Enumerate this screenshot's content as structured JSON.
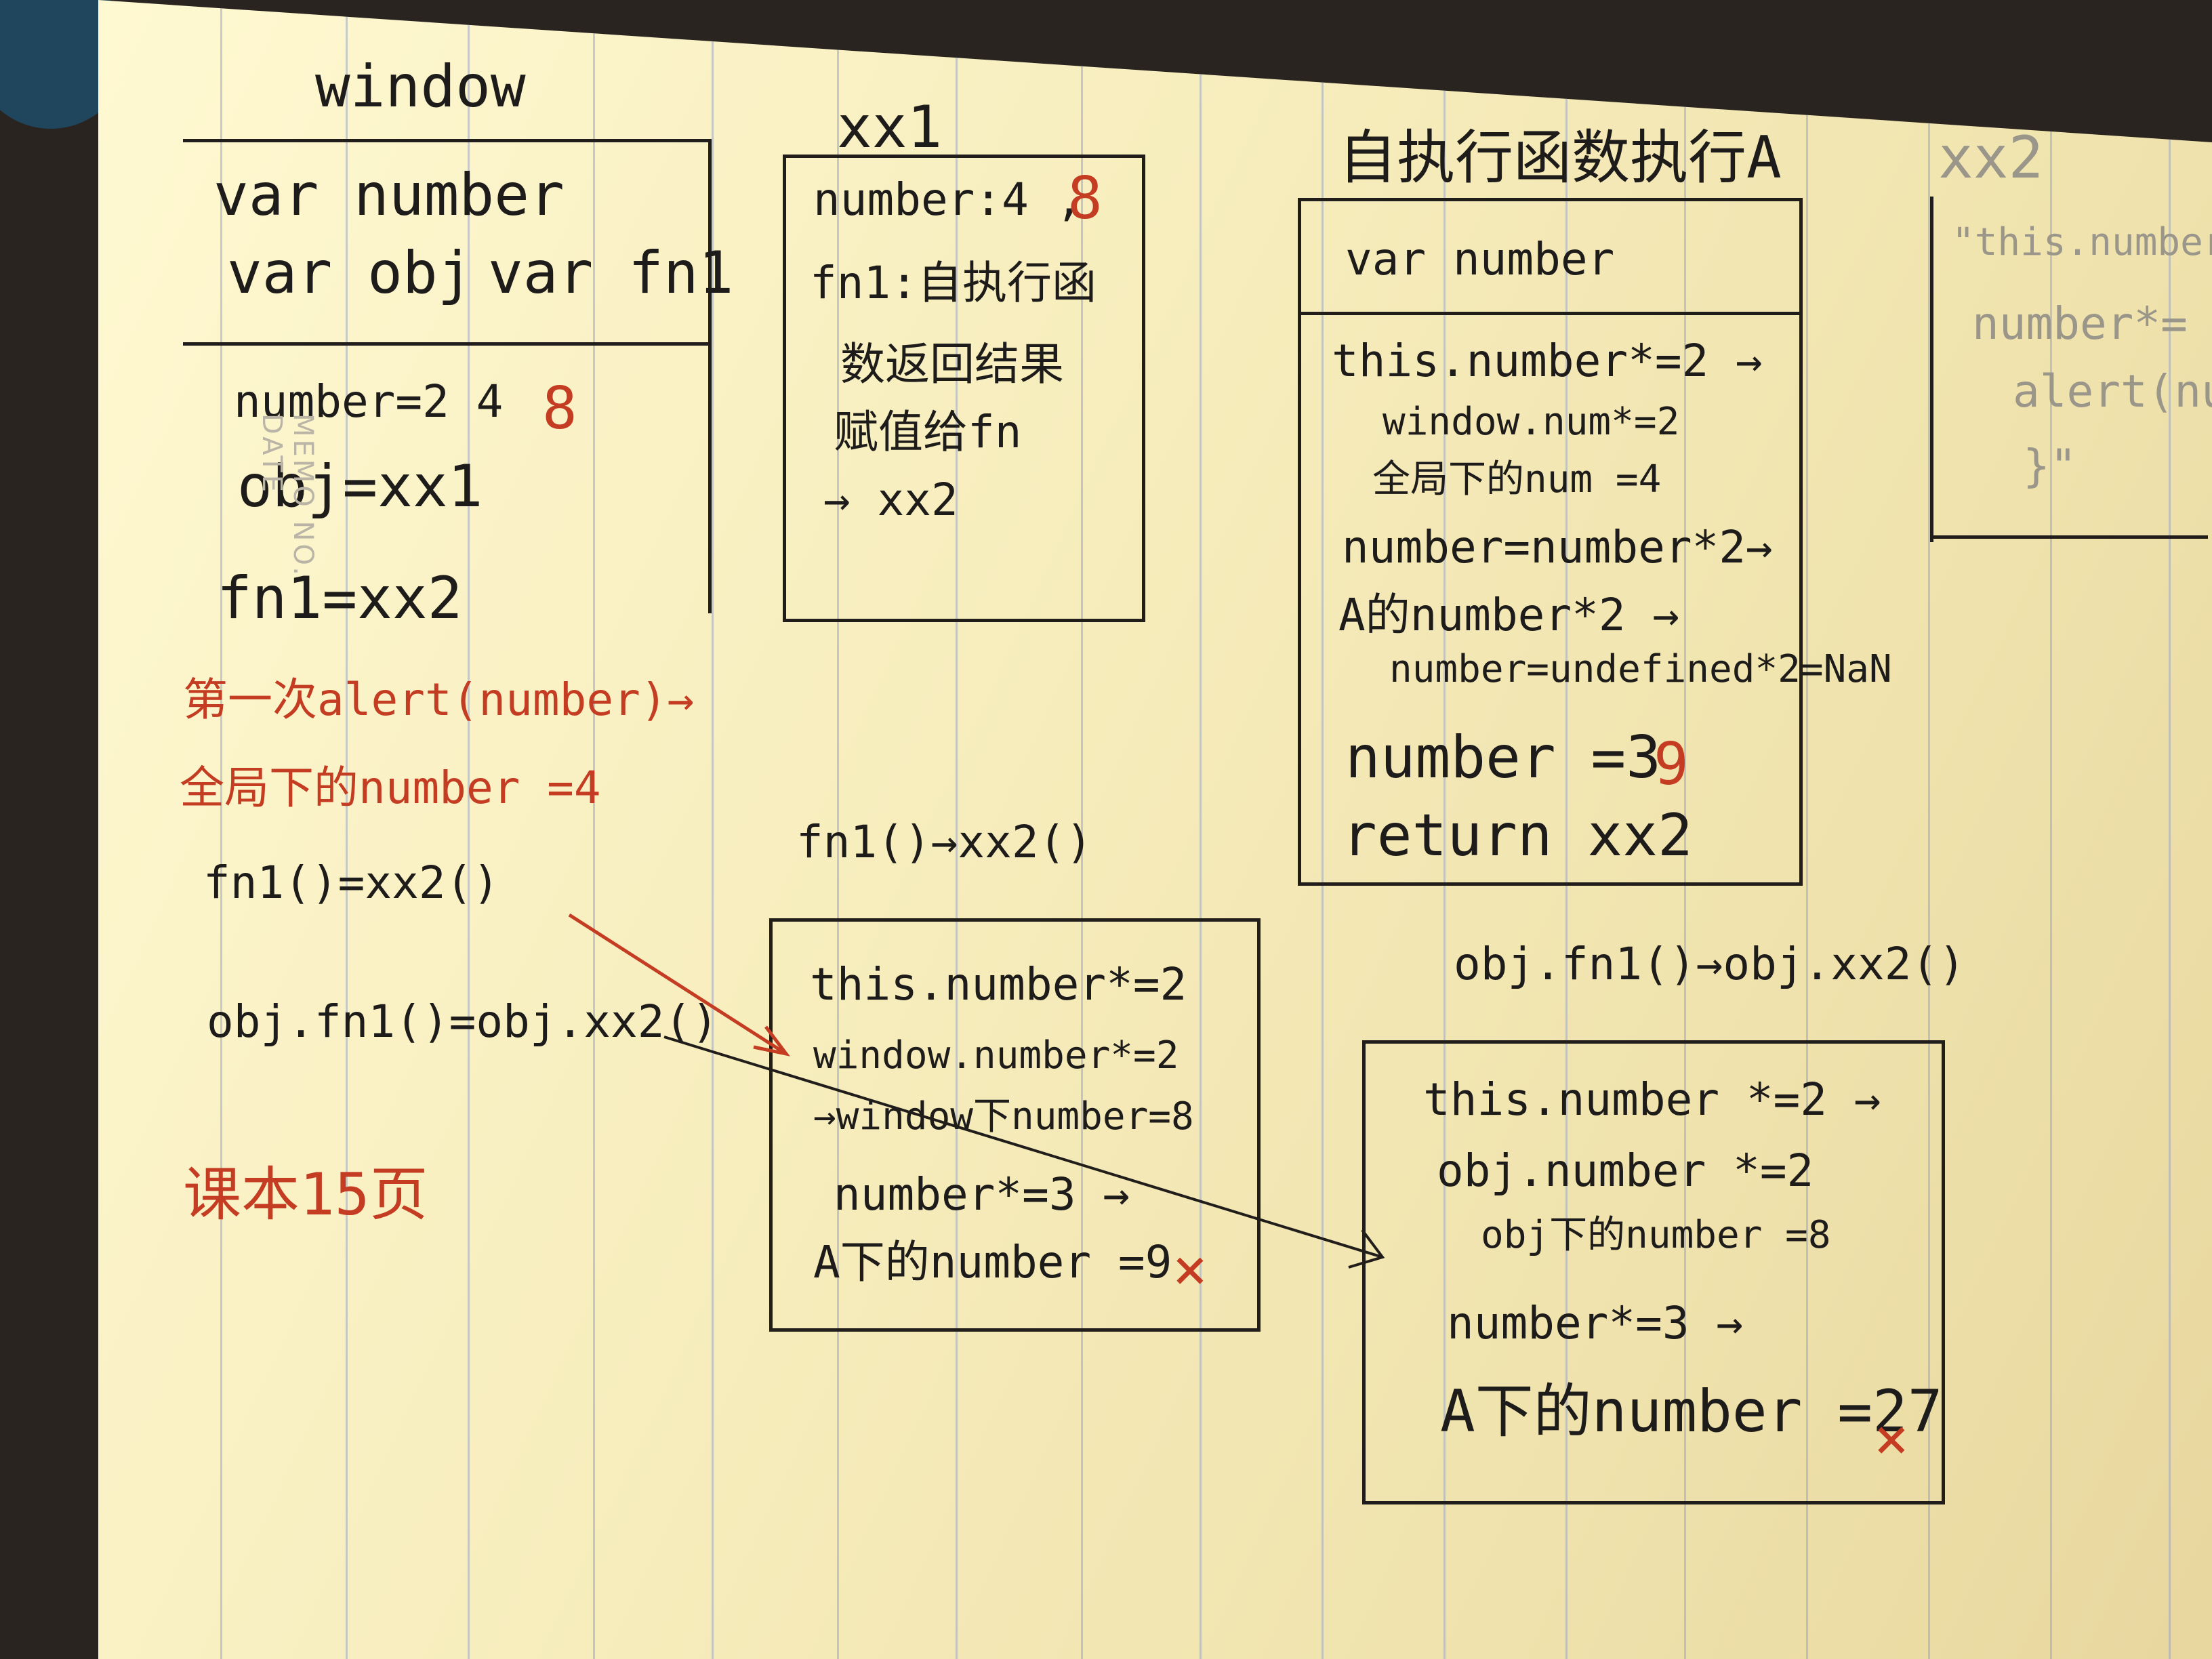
{
  "window_col": {
    "title": "window",
    "decl_1": "var number",
    "decl_2": "var obj",
    "decl_3": "var fn1",
    "assign_number": "number=2 4",
    "assign_number_red": "8",
    "assign_obj": "obj=xx1",
    "assign_fn1": "fn1=xx2",
    "first_alert": "第一次alert(number)→",
    "global_number": "全局下的number =4",
    "call_fn1": "fn1()=xx2()",
    "call_obj_fn1": "obj.fn1()=obj.xx2()",
    "textbook_note": "课本15页"
  },
  "xx1": {
    "title": "xx1",
    "line_1": "number:4 ,",
    "line_1_red": "8",
    "line_2": "fn1:自执行函",
    "line_3": "数返回结果",
    "line_4": "赋值给fn",
    "line_5": "→ xx2"
  },
  "fn1_call": {
    "label": "fn1()→xx2()",
    "line_1": "this.number*=2",
    "line_2": "window.number*=2",
    "line_3": "→window下number=8",
    "line_4": "number*=3 →",
    "line_5": "A下的number =9",
    "mark": "×"
  },
  "selfexec": {
    "title": "自执行函数执行A",
    "line_1": "var number",
    "line_2": "this.number*=2 →",
    "line_3": "window.num*=2",
    "line_4": "全局下的num =4",
    "line_5": "number=number*2→",
    "line_6": "A的number*2 →",
    "line_7": "number=undefined*2=NaN",
    "line_8": "number =3",
    "line_8_red": "9",
    "line_9": "return xx2"
  },
  "obj_call": {
    "label": "obj.fn1()→obj.xx2()",
    "line_1": "this.number *=2 →",
    "line_2": "obj.number *=2",
    "line_3": "obj下的number =8",
    "line_4": "number*=3 →",
    "line_5": "A下的number =27",
    "mark": "×"
  },
  "xx2": {
    "title": "xx2",
    "line_1": "\"this.number*",
    "line_2": "number*=",
    "line_3": "alert(numb",
    "line_4": "}\""
  },
  "stamp": "MEMO NO.\nDATE",
  "colors": {
    "ink": "#1e1c1a",
    "red_ink": "#c43c22",
    "paper": "#f6ecbb"
  }
}
